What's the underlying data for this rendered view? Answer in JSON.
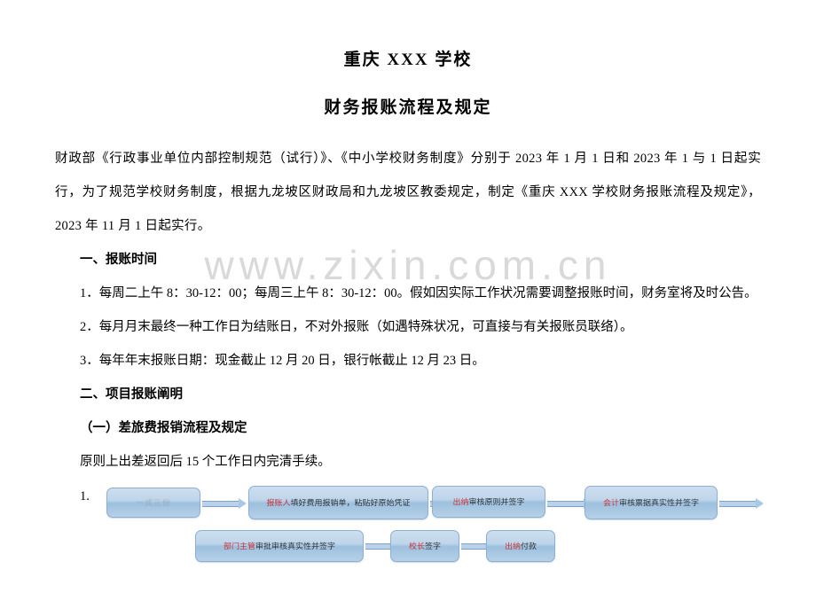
{
  "document": {
    "title_line_1": "重庆 XXX 学校",
    "title_line_2": "财务报账流程及规定",
    "intro_paragraph": "财政部《行政事业单位内部控制规范（试行）》、《中小学校财务制度》分别于 2023 年 1 月 1 日和 2023 年 1 与 1 日起实行，为了规范学校财务制度，根据九龙坡区财政局和九龙坡区教委规定，制定《重庆 XXX 学校财务报账流程及规定》，2023 年 11 月 1 日起实行。",
    "section_1_heading": "一、报账时间",
    "list_items": [
      "1．每周二上午 8：30-12：00；每周三上午 8：30-12：00。假如因实际工作状况需要调整报账时间，财务室将及时公告。",
      "2．每月月末最终一种工作日为结账日，不对外报账（如遇特殊状况，可直接与有关报账员联络）。",
      "3．每年年末报账日期：现金截止 12 月 20 日，银行帐截止 12 月 23 日。"
    ],
    "section_2_heading": "二、项目报账阐明",
    "subsection_heading": "（一）差旅费报销流程及规定",
    "subsection_text": "原则上出差返回后 15 个工作日内完清手续。",
    "flow_list_number": "1."
  },
  "watermark": {
    "text": "www.zixin.com.cn",
    "color": "#d9d9d9"
  },
  "flowchart": {
    "accent_color": "#d01b1b",
    "box_fill": "#b6d0e7",
    "box_border": "#8cafd4",
    "arrow_color": "#a9c8e4",
    "nodes": [
      {
        "id": "node-1",
        "text": "一式三份",
        "highlight": "",
        "faint": true
      },
      {
        "id": "node-2",
        "text": "填好费用报销单，粘贴好原始凭证",
        "highlight": "报账人",
        "faint": false
      },
      {
        "id": "node-3",
        "text": "审核原则并签字",
        "highlight": "出纳",
        "faint": false
      },
      {
        "id": "node-4",
        "text": "审核票据真实性并签字",
        "highlight": "会计",
        "faint": false
      },
      {
        "id": "node-5",
        "text": "审批审核真实性并签字",
        "highlight": "部门主管",
        "faint": false
      },
      {
        "id": "node-6",
        "text": "签字",
        "highlight": "校长",
        "faint": false
      },
      {
        "id": "node-7",
        "text": "付款",
        "highlight": "出纳",
        "faint": false
      }
    ]
  }
}
